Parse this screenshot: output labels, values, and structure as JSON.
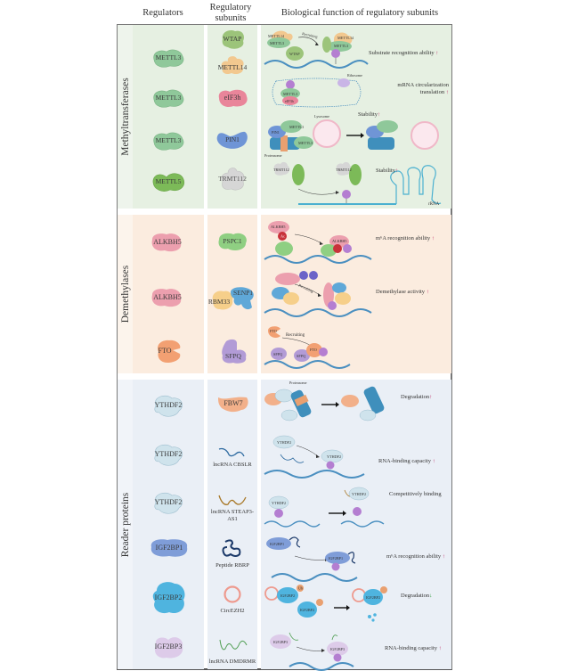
{
  "headers": {
    "regulators": "Regulators",
    "subunits": "Regulatory subunits",
    "function": "Biological function of regulatory subunits"
  },
  "colors": {
    "methyltransferase_bg": "#e6f0e2",
    "demethylase_bg": "#fbecdf",
    "reader_bg": "#eaeff6",
    "increase_arrow": "#c0306a",
    "decrease_arrow": "#2f9a3a",
    "rna_strand": "#4a8fc0"
  },
  "sections": [
    {
      "name": "Methyltransferases",
      "rows": [
        {
          "regulator": "METTL3",
          "subunit": "WTAP",
          "subunit2": "METTL14",
          "function": "Substrate recognition ability",
          "trend": "up",
          "diagram_labels": [
            "METTL14",
            "METTL3",
            "Recruiting",
            "WTAP",
            "METTL14",
            "METTL3",
            "WTAP",
            "m6A"
          ]
        },
        {
          "regulator": "METTL3",
          "subunit": "eIF3h",
          "function": "mRNA circularization translation",
          "trend": "up",
          "diagram_labels": [
            "Ribosome",
            "m6A",
            "METTL3",
            "eIF3h"
          ]
        },
        {
          "regulator": "METTL3",
          "subunit": "PIN1",
          "function": "Stability",
          "trend": "up",
          "diagram_labels": [
            "Lysosome",
            "METTL3",
            "PIN1",
            "METTL3",
            "Proteasome",
            "METTL3",
            "PIN1"
          ]
        },
        {
          "regulator": "METTL5",
          "subunit": "TRMT112",
          "function": "Stability",
          "trend": "up",
          "diagram_labels": [
            "TRMT112",
            "METTL5",
            "TRMT112",
            "METTL5",
            "m6A",
            "rRNA"
          ]
        }
      ]
    },
    {
      "name": "Demethylases",
      "rows": [
        {
          "regulator": "ALKBH5",
          "subunit": "PSPC1",
          "function": "m⁶A recognition ability",
          "trend": "up",
          "diagram_labels": [
            "ALKBH5",
            "Ac",
            "PSPC1",
            "ALKBH5",
            "Ac",
            "PSPC1",
            "m6A"
          ]
        },
        {
          "regulator": "ALKBH5",
          "subunit": "RBM33",
          "subunit2": "SENP1",
          "function": "Demethylase activity",
          "trend": "up",
          "diagram_labels": [
            "ALKBH5",
            "S",
            "S",
            "Recruiting",
            "SENP1",
            "RBM33",
            "ALKBH5",
            "SENP1",
            "RBM33",
            "m6A"
          ]
        },
        {
          "regulator": "FTO",
          "subunit": "SFPQ",
          "function": "",
          "trend": "",
          "diagram_labels": [
            "FTO",
            "Recruiting",
            "SFPQ",
            "SFPQ",
            "FTO",
            "m6A"
          ]
        }
      ]
    },
    {
      "name": "Reader proteins",
      "rows": [
        {
          "regulator": "YTHDF2",
          "subunit": "FBW7",
          "function": "Degradation",
          "trend": "up",
          "diagram_labels": [
            "Proteasome",
            "YTHDF2",
            "FBW7",
            "YTHDF2",
            "FBW7",
            "YTHDF2"
          ]
        },
        {
          "regulator": "YTHDF2",
          "subunit": "lncRNA CBSLR",
          "function": "RNA-binding capacity",
          "trend": "up",
          "diagram_labels": [
            "YTHDF2",
            "YTHDF2",
            "m6A"
          ]
        },
        {
          "regulator": "YTHDF2",
          "subunit": "lncRNA STEAP3-AS1",
          "function": "Competitively binding",
          "trend": "",
          "diagram_labels": [
            "YTHDF2",
            "m6A",
            "YTHDF2",
            "m6A"
          ]
        },
        {
          "regulator": "IGF2BP1",
          "subunit": "Peptide RBRP",
          "function": "m⁶A recognition ability",
          "trend": "up",
          "diagram_labels": [
            "IGF2BP1",
            "IGF2BP1",
            "m6A"
          ]
        },
        {
          "regulator": "IGF2BP2",
          "subunit": "CircEZH2",
          "function": "Degradation",
          "trend": "down",
          "diagram_labels": [
            "IGF2BP2",
            "Ub",
            "IGF2BP2",
            "Ub",
            "IGF2BP2",
            "Ub"
          ]
        },
        {
          "regulator": "IGF2BP3",
          "subunit": "lncRNA DMDRMR",
          "function": "RNA-binding capacity",
          "trend": "up",
          "diagram_labels": [
            "IGF2BP3",
            "IGF2BP3",
            "m6A"
          ]
        }
      ]
    }
  ]
}
